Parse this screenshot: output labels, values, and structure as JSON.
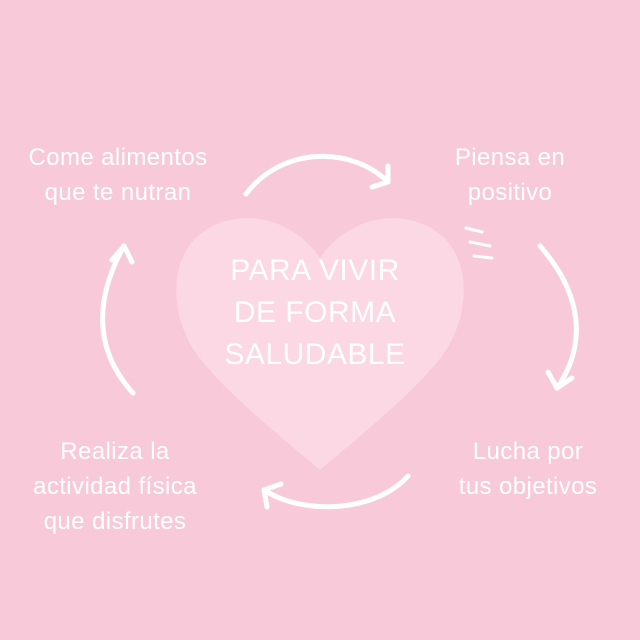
{
  "colors": {
    "background": "#f8cad9",
    "heart": "#fbd8e3",
    "text": "#ffffff",
    "arrows": "#ffffff"
  },
  "center": {
    "lines": [
      "PARA VIVIR",
      "DE FORMA",
      "SALUDABLE"
    ]
  },
  "steps": {
    "top_left": {
      "lines": [
        "Come alimentos",
        "que te nutran"
      ]
    },
    "top_right": {
      "lines": [
        "Piensa en",
        "positivo"
      ]
    },
    "bottom_right": {
      "lines": [
        "Lucha por",
        "tus objetivos"
      ]
    },
    "bottom_left": {
      "lines": [
        "Realiza la",
        "actividad física",
        "que disfrutes"
      ]
    }
  },
  "icons": {
    "cycle_arrows": "curved-arrow-icon",
    "sparkle": "sparkle-lines-icon"
  }
}
